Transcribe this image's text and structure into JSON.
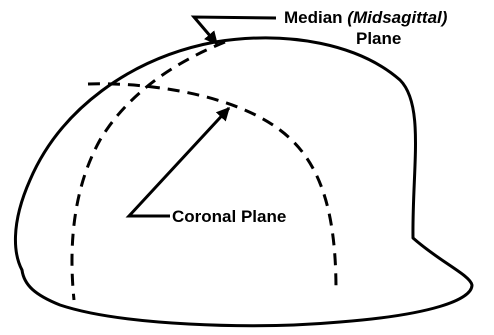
{
  "labels": {
    "median_prefix": "Median ",
    "median_italic": "(Midsagittal)",
    "median_line2": "Plane",
    "coronal": "Coronal Plane"
  },
  "colors": {
    "stroke": "#000000",
    "background": "#ffffff"
  }
}
